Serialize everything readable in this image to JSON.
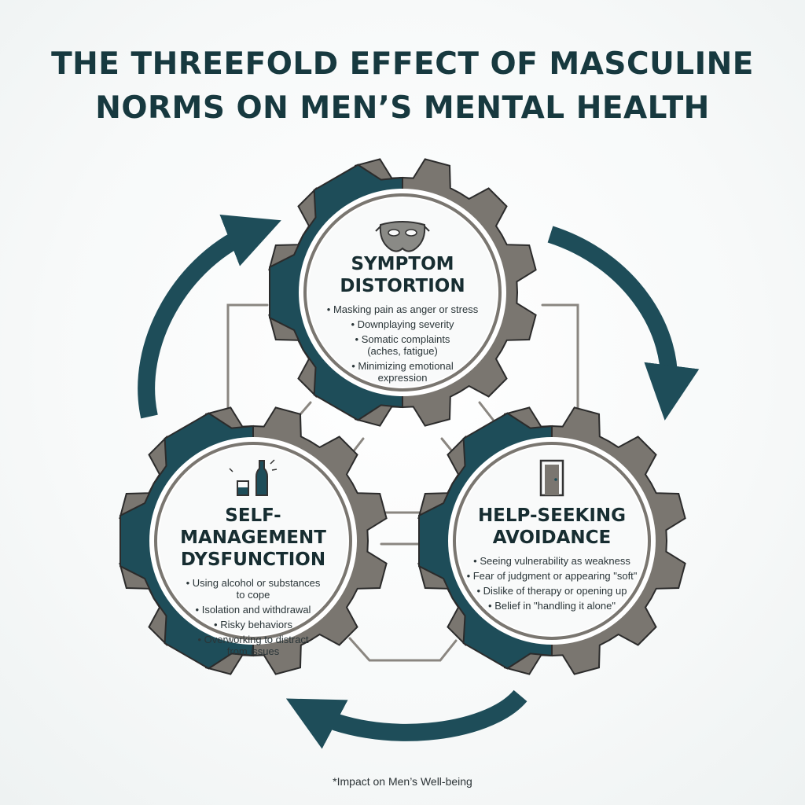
{
  "title": {
    "line1": "THE THREEFOLD EFFECT OF MASCULINE",
    "line2": "NORMS ON MEN’S MENTAL HEALTH"
  },
  "gears": {
    "top": {
      "icon": "mask-icon",
      "heading_line1": "SYMPTOM",
      "heading_line2": "DISTORTION",
      "bullets": [
        "Masking pain as anger or stress",
        "Downplaying severity",
        "Somatic complaints (aches, fatigue)",
        "Minimizing emotional expression"
      ]
    },
    "left": {
      "icon": "bottle-and-glass-icon",
      "heading_line1": "SELF-MANAGEMENT",
      "heading_line2": "DYSFUNCTION",
      "bullets": [
        "Using alcohol or substances to cope",
        "Isolation and withdrawal",
        "Risky behaviors",
        "Overworking to distract from issues"
      ]
    },
    "right": {
      "icon": "door-icon",
      "heading_line1": "HELP-SEEKING",
      "heading_line2": "AVOIDANCE",
      "bullets": [
        "Seeing vulnerability as weakness",
        "Fear of judgment or appearing \"soft\"",
        "Dislike of therapy or opening up",
        "Belief in \"handling it alone\""
      ]
    }
  },
  "colors": {
    "teal": "#1e4d59",
    "gray": "#7a7670",
    "gray_dark": "#6a6660",
    "ring": "#ffffff",
    "face": "#f9fafa",
    "connector": "#8a8680"
  },
  "footnote": "*Impact on Men’s Well-being"
}
